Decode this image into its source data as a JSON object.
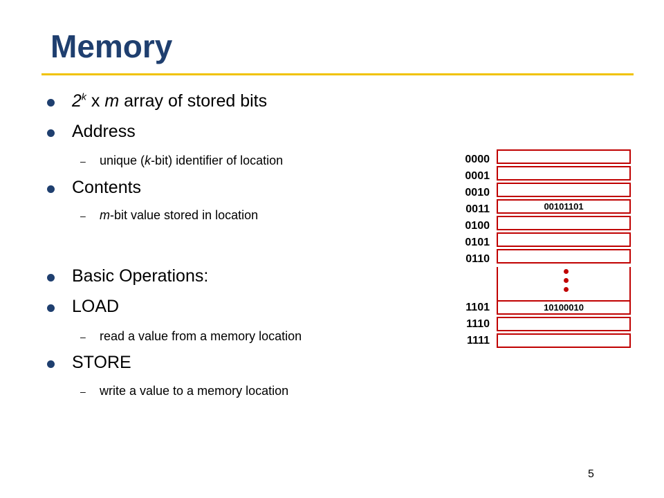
{
  "slide": {
    "title": "Memory",
    "page_number": "5",
    "accent_color": "#f0c200",
    "title_color": "#1f3f6f",
    "cell_border_color": "#c00000"
  },
  "bullets": {
    "array": {
      "base": "2",
      "exp": "k",
      "mid": " x ",
      "m": "m",
      "rest": " array of stored bits"
    },
    "address": {
      "label": "Address",
      "sub": {
        "pre": "unique (",
        "k": "k",
        "post": "-bit) identifier of location"
      }
    },
    "contents": {
      "label": "Contents",
      "sub": {
        "m": "m",
        "post": "-bit value stored in location"
      }
    },
    "basic_ops": "Basic Operations:",
    "load": {
      "label": "LOAD",
      "sub": "read a value from a memory location"
    },
    "store": {
      "label": "STORE",
      "sub": "write a value to a memory location"
    }
  },
  "memory": {
    "rows": [
      {
        "address": "0000",
        "value": ""
      },
      {
        "address": "0001",
        "value": ""
      },
      {
        "address": "0010",
        "value": ""
      },
      {
        "address": "0011",
        "value": "00101101"
      },
      {
        "address": "0100",
        "value": ""
      },
      {
        "address": "0101",
        "value": ""
      },
      {
        "address": "0110",
        "value": ""
      },
      {
        "address": "1101",
        "value": "10100010"
      },
      {
        "address": "1110",
        "value": ""
      },
      {
        "address": "1111",
        "value": ""
      }
    ],
    "ellipsis": "vertical-dots"
  }
}
